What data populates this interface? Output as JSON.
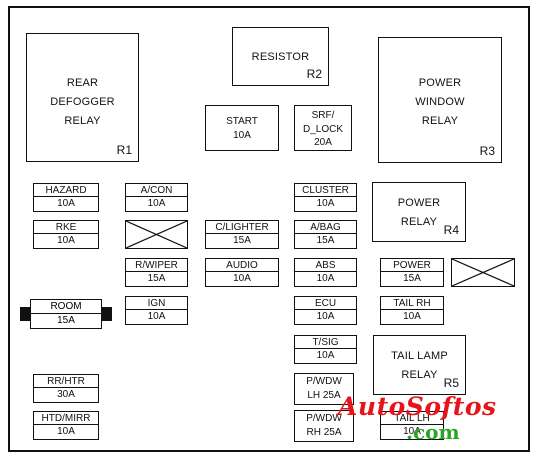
{
  "relays": {
    "rear_defogger": {
      "label": "REAR\nDEFOGGER\nRELAY",
      "code": "R1"
    },
    "resistor": {
      "label": "RESISTOR",
      "code": "R2"
    },
    "power_window": {
      "label": "POWER\nWINDOW\nRELAY",
      "code": "R3"
    },
    "power_relay": {
      "label": "POWER\nRELAY",
      "code": "R4"
    },
    "tail_lamp": {
      "label": "TAIL LAMP\nRELAY",
      "code": "R5"
    }
  },
  "fuses": {
    "start": {
      "name": "START",
      "amp": "10A"
    },
    "srf_dlock": {
      "name": "SRF/\nD_LOCK",
      "amp": "20A"
    },
    "hazard": {
      "name": "HAZARD",
      "amp": "10A"
    },
    "acon": {
      "name": "A/CON",
      "amp": "10A"
    },
    "cluster": {
      "name": "CLUSTER",
      "amp": "10A"
    },
    "rke": {
      "name": "RKE",
      "amp": "10A"
    },
    "clighter": {
      "name": "C/LIGHTER",
      "amp": "15A"
    },
    "abag": {
      "name": "A/BAG",
      "amp": "15A"
    },
    "rwiper": {
      "name": "R/WIPER",
      "amp": "15A"
    },
    "audio": {
      "name": "AUDIO",
      "amp": "10A"
    },
    "abs": {
      "name": "ABS",
      "amp": "10A"
    },
    "power": {
      "name": "POWER",
      "amp": "15A"
    },
    "room": {
      "name": "ROOM",
      "amp": "15A"
    },
    "ign": {
      "name": "IGN",
      "amp": "10A"
    },
    "ecu": {
      "name": "ECU",
      "amp": "10A"
    },
    "tail_rh": {
      "name": "TAIL RH",
      "amp": "10A"
    },
    "tsig": {
      "name": "T/SIG",
      "amp": "10A"
    },
    "rrhtr": {
      "name": "RR/HTR",
      "amp": "30A"
    },
    "pwdw_lh": {
      "name": "P/WDW",
      "amp": "LH 25A"
    },
    "htd_mirr": {
      "name": "HTD/MIRR",
      "amp": "10A"
    },
    "pwdw_rh": {
      "name": "P/WDW",
      "amp": "RH 25A"
    },
    "tail_lh": {
      "name": "TAIL LH",
      "amp": "10A"
    }
  },
  "watermark": {
    "line1": "AutoSoftos",
    "line2": ".com",
    "color1": "#e8141c",
    "color2": "#2aa52a"
  }
}
